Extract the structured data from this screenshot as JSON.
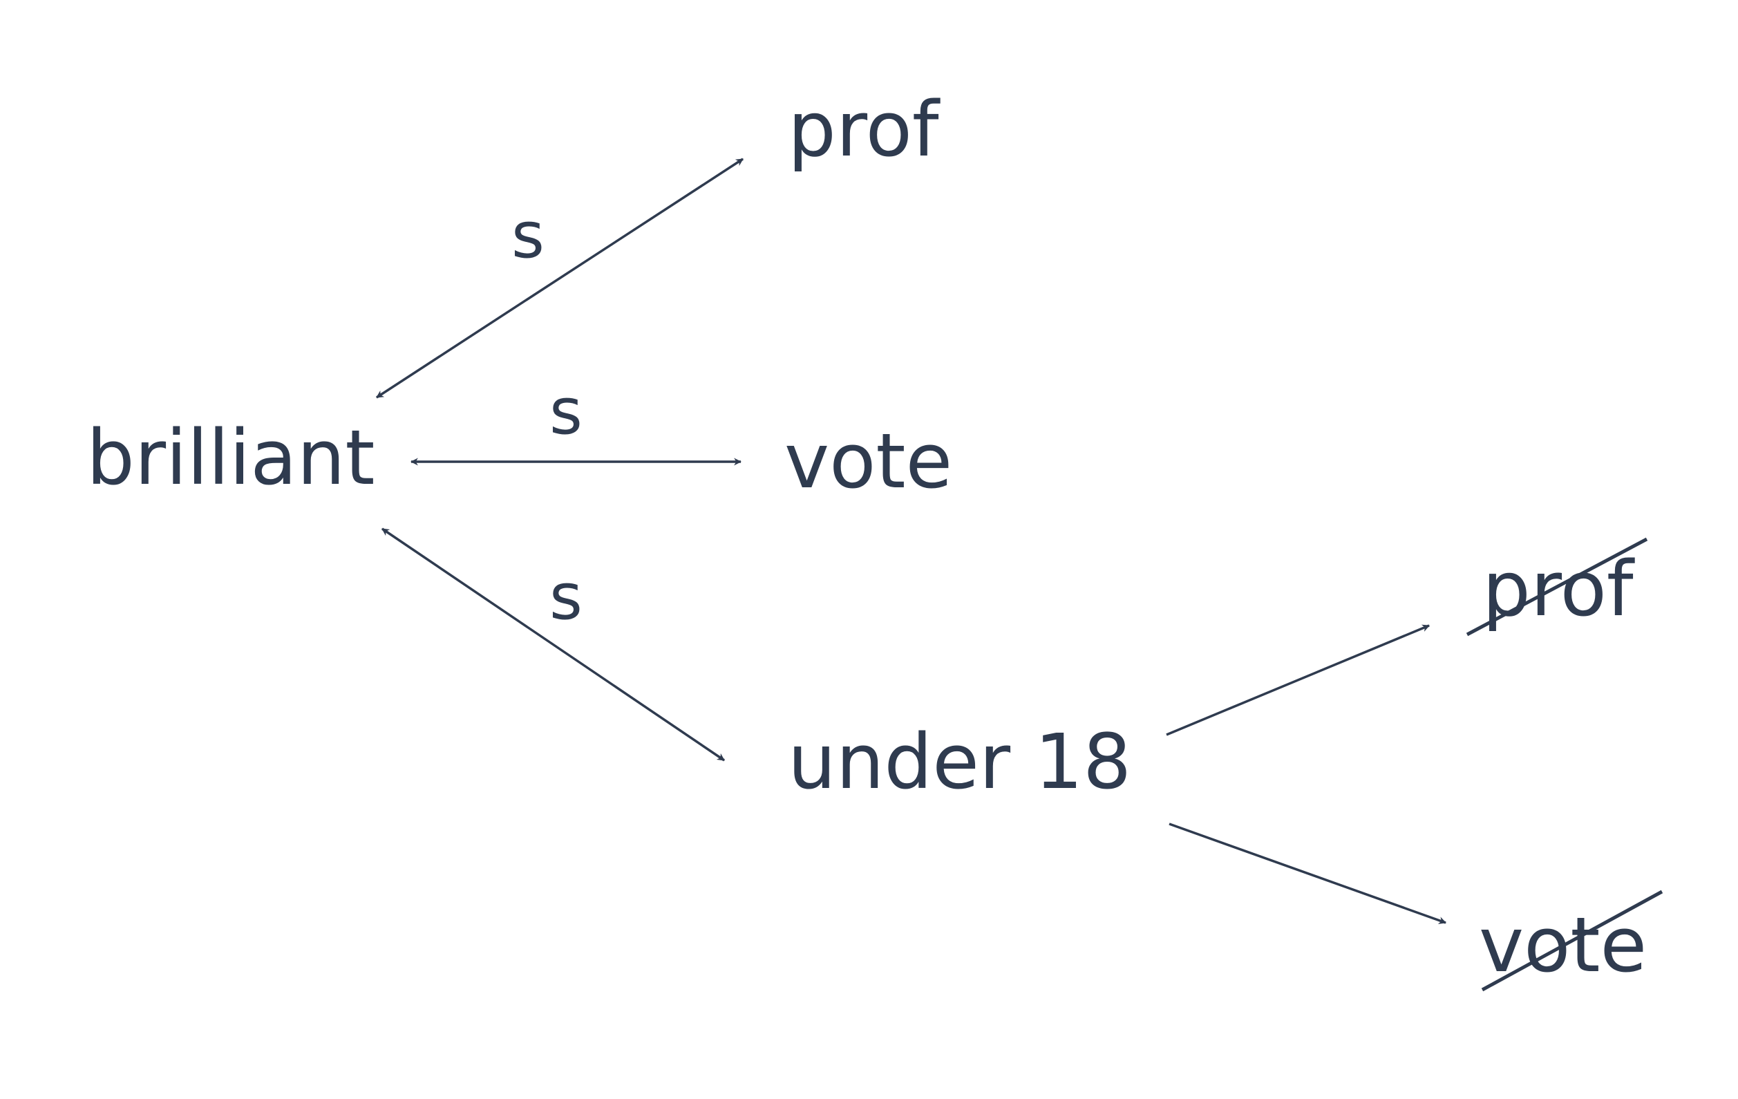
{
  "nodes": {
    "brilliant": "brilliant",
    "prof_top": "prof",
    "vote_mid": "vote",
    "under18": "under 18",
    "prof_crossed": "prof",
    "vote_crossed": "vote"
  },
  "edge_labels": {
    "brilliant_prof": "s",
    "brilliant_vote": "s",
    "brilliant_under18": "s"
  },
  "colors": {
    "ink": "#2f3b4f",
    "background": "#ffffff"
  }
}
